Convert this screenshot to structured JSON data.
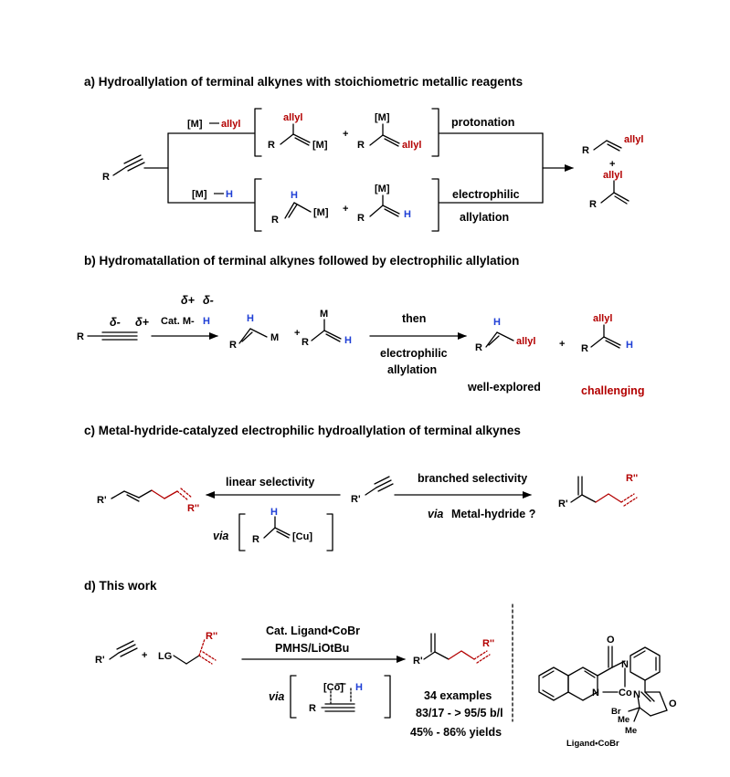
{
  "colors": {
    "red": "#b30000",
    "blue": "#1f3fd6",
    "black": "#000000"
  },
  "section_a": {
    "title": "a) Hydroallylation of terminal alkynes with stoichiometric metallic reagents",
    "r": "R",
    "reagent_top": {
      "m": "[M]",
      "allyl": "allyl"
    },
    "reagent_bottom": {
      "m": "[M]",
      "h": "H"
    },
    "m": "[M]",
    "allyl": "allyl",
    "r_sub": "R",
    "h": "H",
    "plus": "+",
    "step_top": "protonation",
    "step_bottom_1": "electrophilic",
    "step_bottom_2": "allylation"
  },
  "section_b": {
    "title": "b) Hydromatallation of terminal alkynes followed by electrophilic allylation",
    "delta_minus": "δ-",
    "delta_plus": "δ+",
    "cat": "Cat. M-",
    "cat_h": "H",
    "r": "R",
    "m": "M",
    "h": "H",
    "allyl": "allyl",
    "plus": "+",
    "then": "then",
    "step_1": "electrophilic",
    "step_2": "allylation",
    "well_explored": "well-explored",
    "challenging": "challenging"
  },
  "section_c": {
    "title": "c) Metal-hydride-catalyzed  electrophilic hydroallylation of terminal alkynes",
    "linear": "linear selectivity",
    "branched": "branched selectivity",
    "via": "via",
    "metal_hydride": "Metal-hydride ?",
    "r_prime": "R'",
    "r_dprime": "R''",
    "r": "R",
    "h": "H",
    "cu": "[Cu]"
  },
  "section_d": {
    "title": "d) This work",
    "cond_1": "Cat. Ligand•CoBr",
    "cond_2": "PMHS/LiOtBu",
    "via": "via",
    "co": "[Co]",
    "h": "H",
    "r": "R",
    "r_prime": "R'",
    "r_dprime": "R''",
    "lg": "LG",
    "plus": "+",
    "examples": "34 examples",
    "ratio": "83/17 - > 95/5 b/l",
    "yields": "45% - 86% yields",
    "ligand_label": "Ligand•CoBr",
    "ligand": {
      "o": "O",
      "n": "N",
      "co": "Co",
      "br": "Br",
      "me": "Me"
    }
  }
}
